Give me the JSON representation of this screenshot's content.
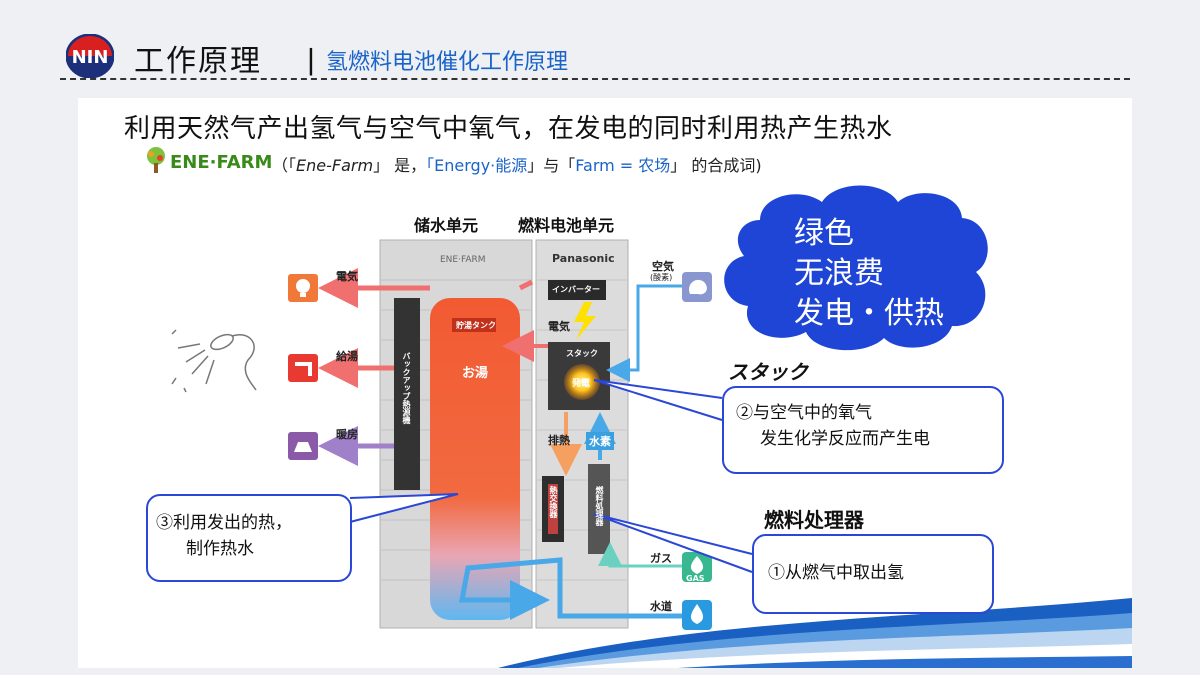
{
  "header": {
    "logo_text": "NIN",
    "title": "工作原理",
    "separator": "丨",
    "subtitle": "氢燃料电池催化工作原理"
  },
  "heading": "利用天然气产出氢气与空气中氧气，在发电的同时利用热产生热水",
  "enefarm": {
    "logo_text": "ENE·FARM",
    "note_open": "（「",
    "note_name": "Ene-Farm",
    "note_mid": "」 是，",
    "note_energy": "「Energy·能源",
    "note_and": "」与「",
    "note_farm": "Farm = 农场",
    "note_end": "」 的合成词)"
  },
  "units": {
    "storage": "储水单元",
    "fuel_cell": "燃料电池单元"
  },
  "unit_brands": {
    "left": "ENE·FARM",
    "right": "Panasonic"
  },
  "outputs": {
    "electricity": "電気",
    "hot_water_supply": "給湯",
    "heating": "暖房"
  },
  "inputs": {
    "air": "空気",
    "air_sub": "(酸素)",
    "gas": "ガス",
    "gas_icon_text": "GAS",
    "water": "水道"
  },
  "inner": {
    "inverter": "インバーター",
    "electricity": "電気",
    "stack": "スタック",
    "stack_core": "発電",
    "tank": "貯湯タンク",
    "hot_water": "お湯",
    "backup": "バックアップ熱源機",
    "exhaust_heat": "排熱",
    "hydrogen": "水素",
    "heat_exchanger": "熱交換器",
    "fuel_processor": "燃料処理器"
  },
  "cloud": {
    "line1": "绿色",
    "line2": "无浪费",
    "line3": "发电・供热"
  },
  "labels": {
    "stack_label": "スタック",
    "fuel_processor_label": "燃料处理器"
  },
  "callouts": {
    "stack": {
      "line1": "②与空气中的氧气",
      "line2": "发生化学反应而产生电"
    },
    "heat": {
      "line1": "③利用发出的热，",
      "line2": "制作热水"
    },
    "hydrogen": {
      "line1": "①从燃气中取出氢"
    }
  },
  "colors": {
    "accent_blue": "#1a63c9",
    "callout_border": "#2b47d6",
    "cloud_blue": "#1f45d6",
    "tank_orange": "#f05a34"
  }
}
